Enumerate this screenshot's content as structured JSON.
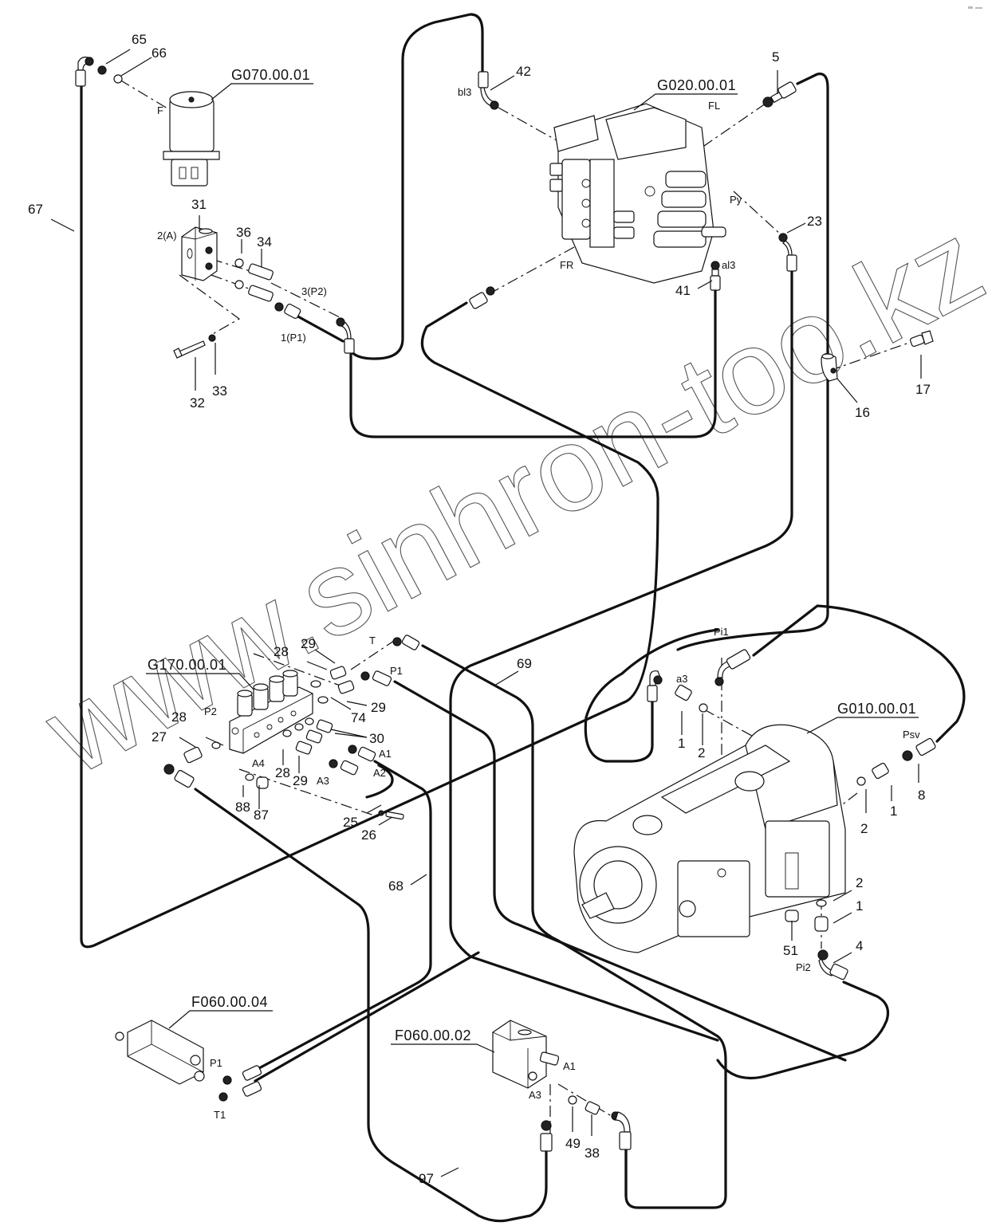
{
  "diagram": {
    "title": "Hydraulic pilot piping assembly",
    "watermark": "www.sinhron-too.kz",
    "assemblies": [
      {
        "id": "G070.00.01",
        "port": "F"
      },
      {
        "id": "G020.00.01",
        "ports": [
          "FL",
          "FR",
          "Py",
          "bl3",
          "al3"
        ]
      },
      {
        "id": "G170.00.01",
        "ports": [
          "P2",
          "T",
          "P1",
          "A1",
          "A2",
          "A3",
          "A4"
        ]
      },
      {
        "id": "G010.00.01",
        "ports": [
          "Pi1",
          "a3",
          "Psv",
          "Pi2"
        ]
      },
      {
        "id": "F060.00.04",
        "ports": [
          "P1",
          "T1"
        ]
      },
      {
        "id": "F060.00.02",
        "ports": [
          "A1",
          "A3"
        ]
      }
    ],
    "labels": {
      "g070": "G070.00.01",
      "g020": "G020.00.01",
      "g170": "G170.00.01",
      "g010": "G010.00.01",
      "f06004": "F060.00.04",
      "f06002": "F060.00.02"
    },
    "ports": {
      "F": "F",
      "FL": "FL",
      "FR": "FR",
      "Py": "Py",
      "bl3": "bl3",
      "al3": "al3",
      "two_a": "2(A)",
      "three_p2": "3(P2)",
      "one_p1": "1(P1)",
      "T": "T",
      "P1_g170": "P1",
      "P2_g170": "P2",
      "A1_g170": "A1",
      "A2_g170": "A2",
      "A3_g170": "A3",
      "A4_g170": "A4",
      "Pi1": "Pi1",
      "a3": "a3",
      "Psv": "Psv",
      "Pi2": "Pi2",
      "P1_f04": "P1",
      "T1_f04": "T1",
      "A1_f02": "A1",
      "A3_f02": "A3"
    },
    "callouts": {
      "n65": "65",
      "n66": "66",
      "n67": "67",
      "n42": "42",
      "n5": "5",
      "n31": "31",
      "n36": "36",
      "n34": "34",
      "n32": "32",
      "n33": "33",
      "n23": "23",
      "n41": "41",
      "n16": "16",
      "n17": "17",
      "n28a": "28",
      "n29a": "29",
      "n29b": "29",
      "n74": "74",
      "n30": "30",
      "n28b": "28",
      "n27": "27",
      "n28c": "28",
      "n29c": "29",
      "n88": "88",
      "n87": "87",
      "n25": "25",
      "n26": "26",
      "n69": "69",
      "n68": "68",
      "n1a": "1",
      "n2a": "2",
      "n8": "8",
      "n1b": "1",
      "n2b": "2",
      "n2c": "2",
      "n1c": "1",
      "n4": "4",
      "n51": "51",
      "n49": "49",
      "n38": "38",
      "n97": "97"
    }
  }
}
